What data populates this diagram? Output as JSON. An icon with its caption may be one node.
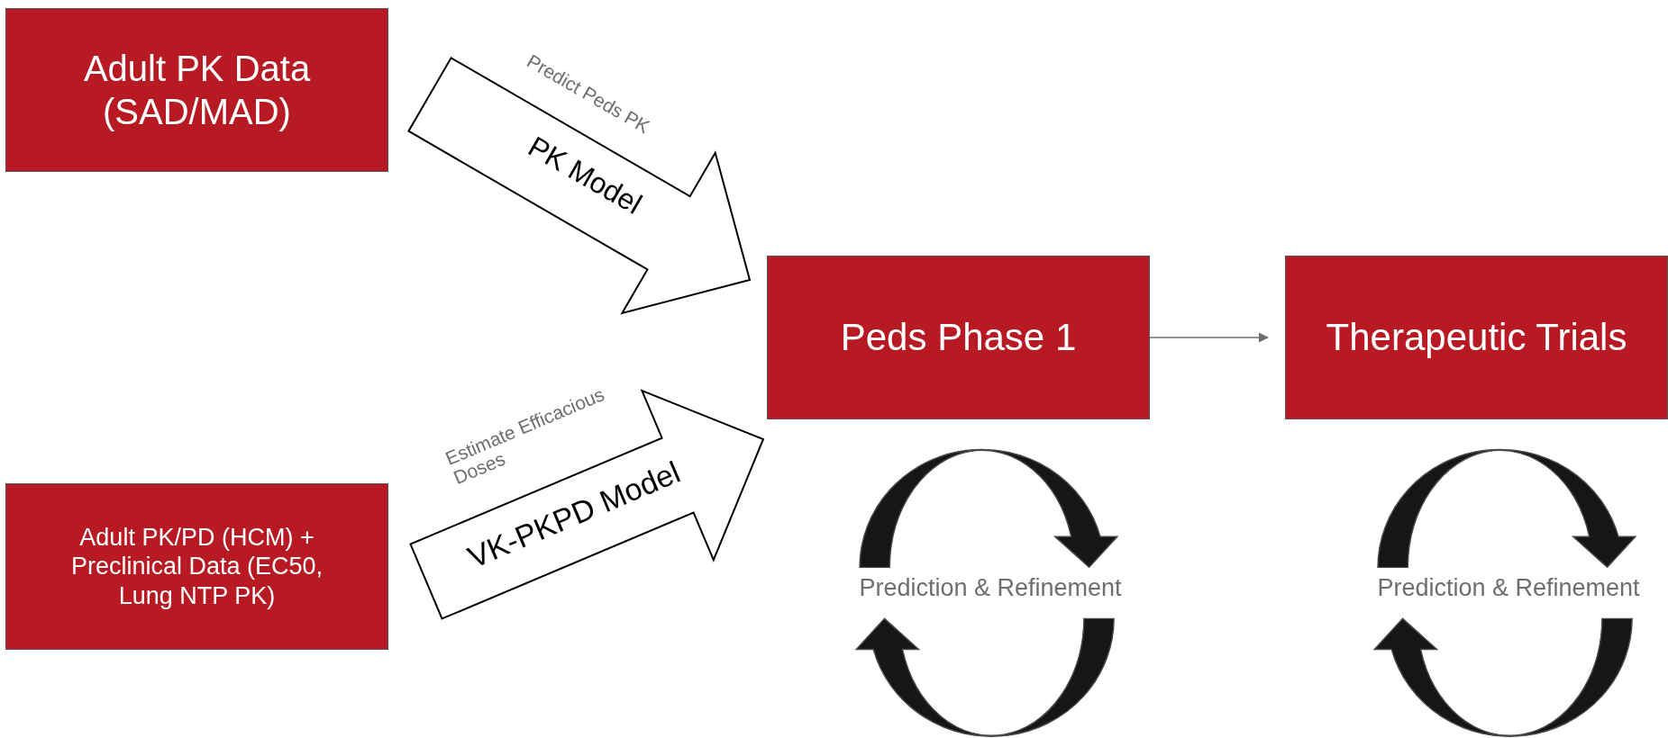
{
  "diagram": {
    "nodes": [
      {
        "text": [
          "Adult PK Data (SAD/MAD)"
        ]
      },
      {
        "text": [
          "Adult PK/PD (HCM) + Preclinical Data (EC50, Lung NTP PK)"
        ]
      },
      {
        "text": [
          "Peds Phase 1"
        ]
      },
      {
        "text": [
          "Therapeutic Trials"
        ]
      }
    ],
    "edges": [
      {
        "from": 0,
        "to": 2,
        "arrow": "to",
        "label": "PK Model",
        "style": "thick"
      },
      {
        "from": 1,
        "to": 2,
        "arrow": "to",
        "label": "VK-PKPD Model",
        "style": "thick"
      },
      {
        "from": 2,
        "to": 3,
        "arrow": "to",
        "color": "#6d6e71"
      }
    ],
    "labels": [
      "Predict Peds PK",
      "Estimate Efficacious Doses",
      "Prediction & Refinement",
      "Prediction & Refinement"
    ]
  }
}
